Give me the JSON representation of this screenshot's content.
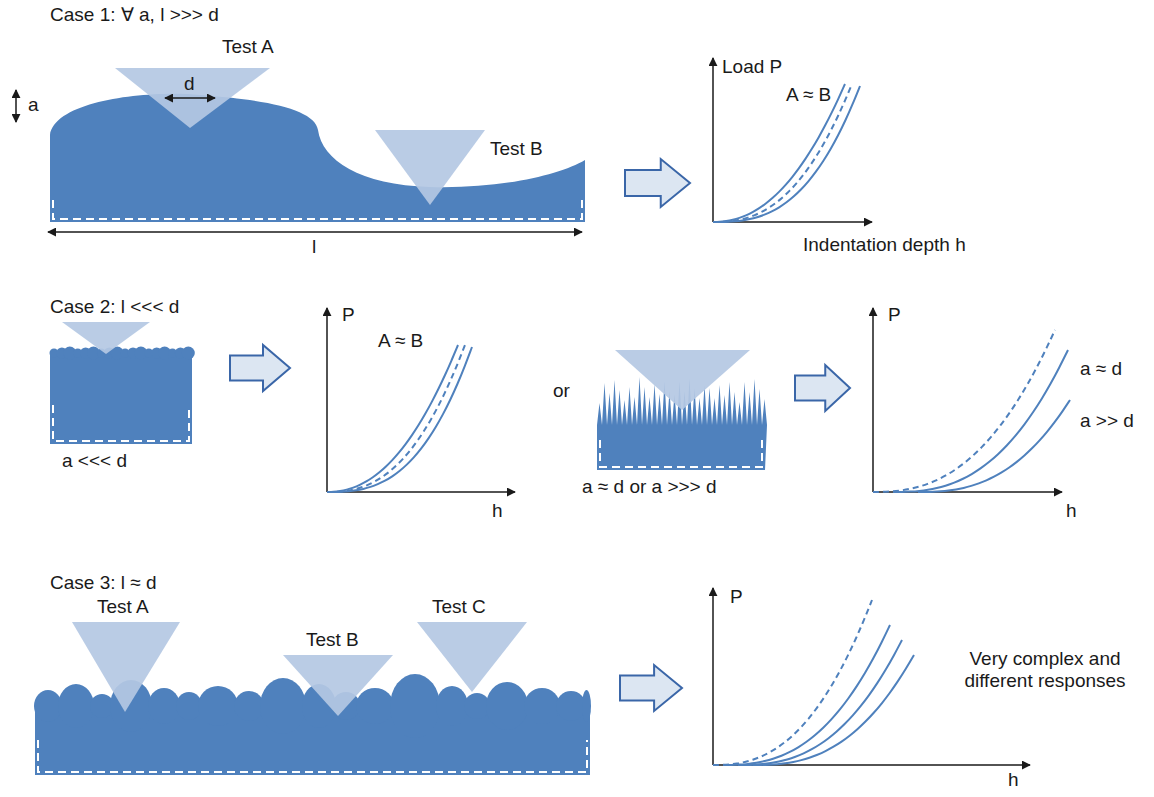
{
  "diagram": {
    "labels": [
      "Case 1: ∀ a, l >>> d",
      "Test A",
      "d",
      "a",
      "Test B",
      "l",
      "Load P",
      "A ≈ B",
      "Indentation depth h",
      "Case 2: l <<< d",
      "a <<< d",
      "P",
      "A ≈ B",
      "h",
      "or",
      "a ≈ d or a >>> d",
      "P",
      "a ≈ d",
      "a >> d",
      "h",
      "Case 3: l ≈ d",
      "Test A",
      "Test B",
      "Test C",
      "P",
      "Very complex and different responses",
      "h"
    ]
  }
}
